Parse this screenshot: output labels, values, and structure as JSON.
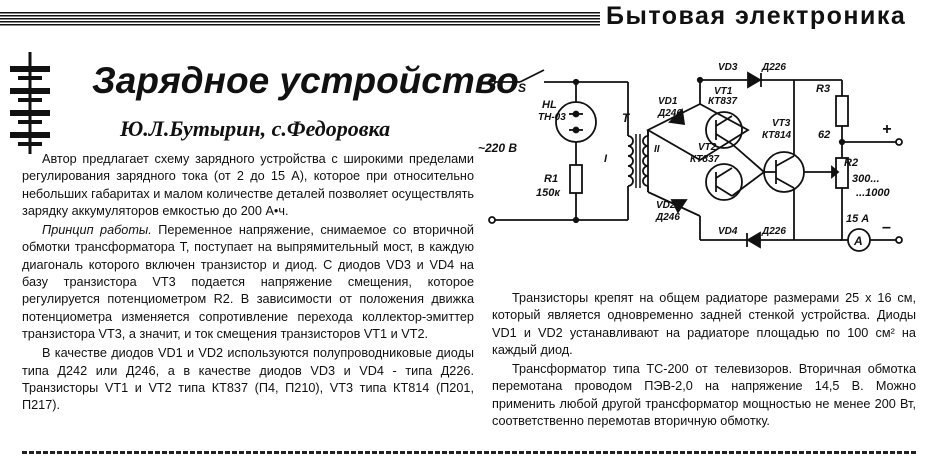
{
  "header": {
    "section": "Бытовая электроника"
  },
  "article": {
    "title": "Зарядное устройство",
    "authors": "Ю.Л.Бутырин, с.Федоровка",
    "intro": "Автор предлагает схему зарядного устройства с широкими пределами регулирования зарядного тока (от 2 до 15 А), которое при относительно небольших габаритах и малом количестве деталей позволяет осуществлять зарядку аккумуляторов емкостью до 200 А•ч.",
    "principle_lead": "Принцип работы.",
    "principle_text": " Переменное напряжение, снимаемое со вторичной обмотки трансформатора Т, поступает на выпрямительный мост, в каждую диагональ которого включен транзистор и диод. С диодов VD3 и VD4 на базу транзистора VT3 подается напряжение смещения, которое регулируется потенциометром R2. В зависимости от положения движка потенциометра изменяется сопротивление перехода коллектор-эмиттер транзистора VT3, а значит, и ток смещения транзисторов VT1 и VT2.",
    "components": "В качестве диодов VD1 и VD2 используются полупроводниковые диоды типа Д242 или Д246, а в качестве  диодов VD3 и VD4 - типа Д226. Транзисторы VT1 и VT2 типа КТ837 (П4, П210),   VT3 типа КТ814 (П201, П217).",
    "mounting": "Транзисторы крепят на общем радиаторе размерами 25 х 16 см, который является одновременно задней стенкой устройства. Диоды VD1 и VD2 устанавливают на радиаторе площадью по 100 см² на каждый диод.",
    "transformer": "Трансформатор типа ТС-200 от телевизоров. Вторичная обмотка перемотана проводом ПЭВ-2,0 на напряжение 14,5 В. Можно применить любой другой трансформатор мощностью не менее 200 Вт, соответственно перемотав вторичную обмотку."
  },
  "schematic": {
    "switch": "S",
    "lamp": "HL",
    "lamp_type": "ТН-03",
    "mains": "~220 В",
    "r1": "R1",
    "r1_value": "150к",
    "transformer": "T",
    "primary": "I",
    "secondary": "II",
    "vd1": "VD1",
    "vd1_type": "Д246",
    "vd2": "VD2",
    "vd2_type": "Д246",
    "vd3": "VD3",
    "vd3_type": "Д226",
    "vd4": "VD4",
    "vd4_type": "Д226",
    "vt1": "VT1",
    "vt1_type": "КТ837",
    "vt2": "VT2",
    "vt2_type": "КТ837",
    "vt3": "VT3",
    "vt3_type": "КТ814",
    "r3": "R3",
    "r3_value": "62",
    "r2": "R2",
    "r2_value_a": "300...",
    "r2_value_b": "...1000",
    "plus": "+",
    "minus": "–",
    "ammeter": "A",
    "ammeter_range": "15 А"
  }
}
